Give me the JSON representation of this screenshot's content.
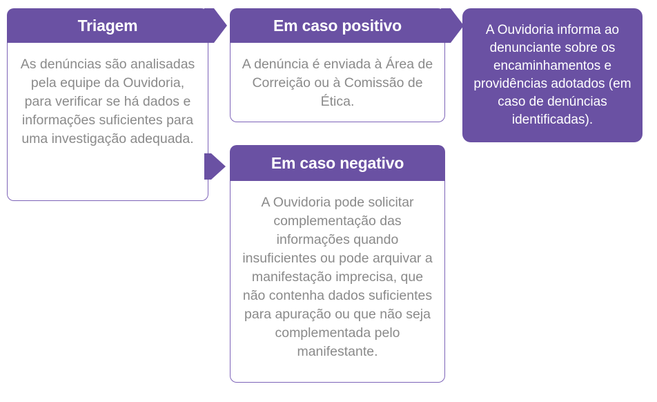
{
  "diagram": {
    "colors": {
      "purple_fill": "#6a51a3",
      "purple_border": "#7d63b8",
      "body_text": "#8a8a8a",
      "header_text": "#ffffff",
      "background": "#ffffff"
    },
    "boxes": [
      {
        "id": "triagem",
        "header": "Triagem",
        "body": "As denúncias são analisadas pela equipe da Ouvidoria, para verificar se há dados e informações suficientes para uma investigação adequada."
      },
      {
        "id": "positivo",
        "header": "Em caso positivo",
        "body": "A denúncia é enviada à Área de Correição ou à Comissão de Ética."
      },
      {
        "id": "negativo",
        "header": "Em caso negativo",
        "body": "A Ouvidoria pode solicitar complementação das informações quando insuficientes ou pode arquivar a manifestação imprecisa, que não contenha dados suficientes para apuração ou que não seja complementada pelo manifestante."
      },
      {
        "id": "informa",
        "header": "",
        "body": "A Ouvidoria informa ao denunciante sobre os encaminhamentos e providências adotados (em caso de denúncias identificadas)."
      }
    ],
    "connectors": [
      {
        "id": "triagem-positivo",
        "from": "triagem",
        "to": "positivo",
        "icon": "arrow-right-icon"
      },
      {
        "id": "triagem-negativo",
        "from": "triagem",
        "to": "negativo",
        "icon": "arrow-right-icon"
      },
      {
        "id": "positivo-informa",
        "from": "positivo",
        "to": "informa",
        "icon": "arrow-right-icon"
      }
    ]
  }
}
